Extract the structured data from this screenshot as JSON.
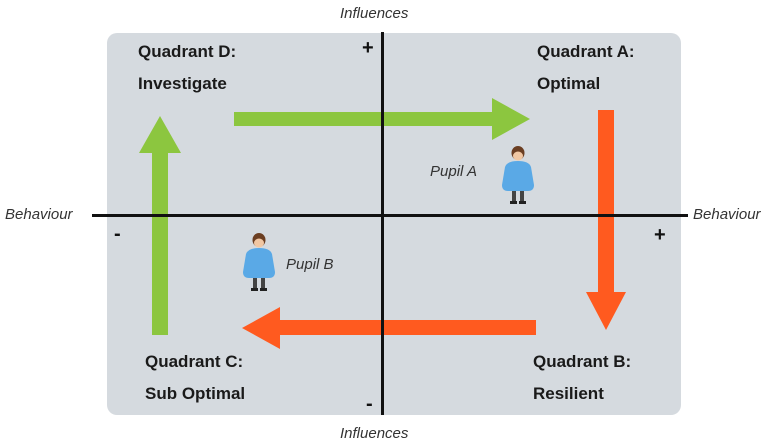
{
  "axes": {
    "top_label": "Influences",
    "bottom_label": "Influences",
    "left_label": "Behaviour",
    "right_label": "Behaviour",
    "top_sign": "+",
    "bottom_sign": "-",
    "left_sign": "-",
    "right_sign": "+"
  },
  "quadrants": {
    "d": {
      "line1": "Quadrant D:",
      "line2": "Investigate"
    },
    "a": {
      "line1": "Quadrant A:",
      "line2": "Optimal"
    },
    "c": {
      "line1": "Quadrant C:",
      "line2": "Sub Optimal"
    },
    "b": {
      "line1": "Quadrant B:",
      "line2": "Resilient"
    }
  },
  "pupils": {
    "a": {
      "label": "Pupil A"
    },
    "b": {
      "label": "Pupil B"
    }
  },
  "colors": {
    "panel": "#d5dadf",
    "green_arrow": "#8cc63f",
    "orange_arrow": "#ff5a1f",
    "pupil_body": "#5aa9e6",
    "pupil_hair": "#6b3e22"
  }
}
